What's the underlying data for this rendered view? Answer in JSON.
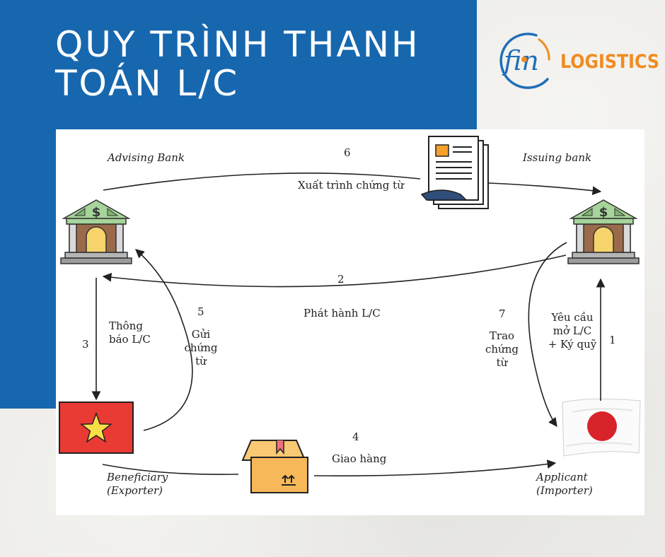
{
  "header": {
    "title_line1": "QUY TRÌNH THANH",
    "title_line2": "TOÁN L/C",
    "logo_mark": "fin",
    "logo_text": "LOGISTICS"
  },
  "parties": {
    "advising_bank": "Advising Bank",
    "issuing_bank": "Issuing bank",
    "beneficiary_line1": "Beneficiary",
    "beneficiary_line2": "(Exporter)",
    "applicant_line1": "Applicant",
    "applicant_line2": "(Importer)"
  },
  "steps": [
    {
      "num": "1",
      "lines": [
        "Yêu cầu",
        "mở L/C",
        "+ Ký quỹ"
      ]
    },
    {
      "num": "2",
      "lines": [
        "Phát hành L/C"
      ]
    },
    {
      "num": "3",
      "lines": [
        "Thông",
        "báo L/C"
      ]
    },
    {
      "num": "4",
      "lines": [
        "Giao hàng"
      ]
    },
    {
      "num": "5",
      "lines": [
        "Gửi",
        "chứng",
        "từ"
      ]
    },
    {
      "num": "6",
      "lines": [
        "Xuất trình chứng từ"
      ]
    },
    {
      "num": "7",
      "lines": [
        "Trao",
        "chứng",
        "từ"
      ]
    }
  ],
  "colors": {
    "blue_panel": "#1767ae",
    "logo_blue": "#1f6fb8",
    "logo_orange": "#f08c21",
    "bank_roof": "#a6d49a",
    "bank_body": "#9a6a4a",
    "bank_door": "#f6d36b",
    "vn_flag_red": "#ea3a34",
    "vn_flag_star": "#f7e046",
    "jp_flag_red": "#d8232a",
    "box": "#f7b85a"
  }
}
